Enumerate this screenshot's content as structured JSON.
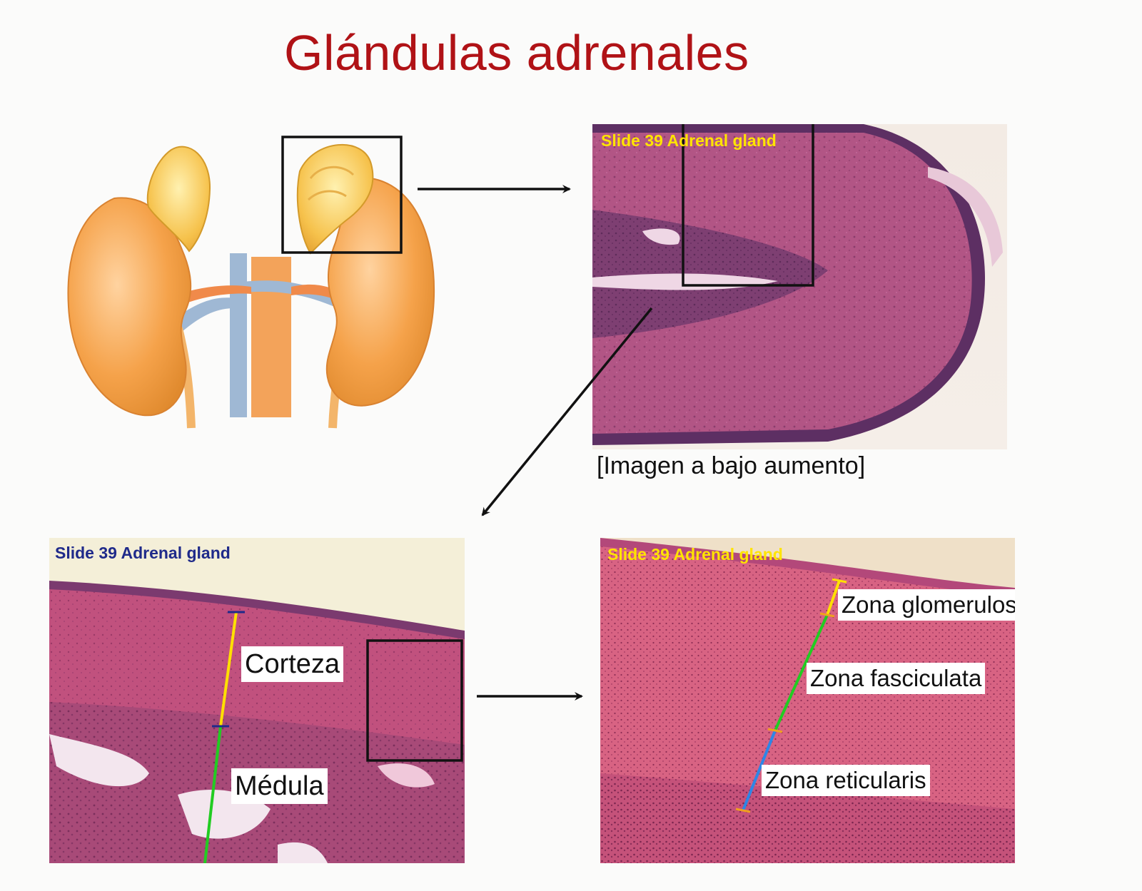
{
  "title": "Glándulas adrenales",
  "panels": {
    "low_mag": {
      "slide_label": "Slide 39 Adrenal gland",
      "caption": "[Imagen a bajo aumento]"
    },
    "medium_mag": {
      "slide_label": "Slide 39 Adrenal gland",
      "labels": [
        "Corteza",
        "Médula"
      ]
    },
    "high_mag": {
      "slide_label": "Slide 39 Adrenal gland",
      "labels": [
        "Zona glomerulosa",
        "Zona fasciculata",
        "Zona reticularis"
      ]
    }
  },
  "colors": {
    "title": "#b01216",
    "slide_label_yellow": "#ffe400",
    "slide_label_blue": "#1f2a8a",
    "corteza_line": "#ffe000",
    "medula_line": "#22cc22",
    "glomerulosa_line": "#ffe000",
    "fasciculata_line": "#22cc22",
    "reticularis_line": "#2e86e6",
    "adrenal_gland": "#f4b545",
    "kidney": "#f5a24a",
    "vein": "#9fb8d4"
  },
  "icons": [
    "kidney-illustration",
    "arrow-right-icon",
    "arrow-down-left-icon"
  ]
}
